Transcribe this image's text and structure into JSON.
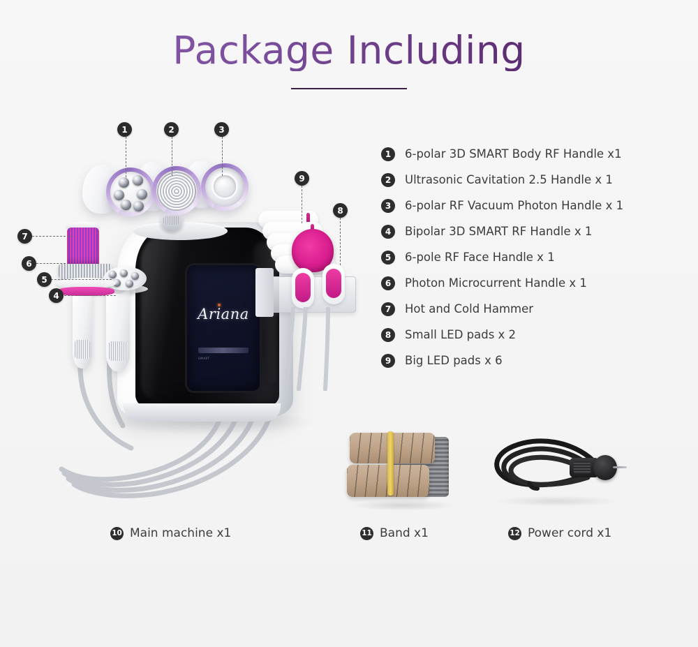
{
  "header": {
    "title": "Package Including"
  },
  "legend": {
    "items": [
      {
        "num": "1",
        "label": "6-polar 3D SMART Body RF Handle x1"
      },
      {
        "num": "2",
        "label": "Ultrasonic Cavitation 2.5 Handle x 1"
      },
      {
        "num": "3",
        "label": "6-polar RF Vacuum Photon Handle x 1"
      },
      {
        "num": "4",
        "label": "Bipolar 3D SMART RF Handle x 1"
      },
      {
        "num": "5",
        "label": "6-pole RF Face Handle x 1"
      },
      {
        "num": "6",
        "label": "Photon Microcurrent Handle x 1"
      },
      {
        "num": "7",
        "label": "Hot and Cold Hammer"
      },
      {
        "num": "8",
        "label": "Small LED pads x 2"
      },
      {
        "num": "9",
        "label": "Big LED pads x 6"
      }
    ]
  },
  "captions": {
    "machine": {
      "num": "10",
      "label": "Main machine  x1"
    },
    "band": {
      "num": "11",
      "label": "Band  x1"
    },
    "cord": {
      "num": "12",
      "label": "Power cord  x1"
    }
  },
  "callouts": {
    "c1": "1",
    "c2": "2",
    "c3": "3",
    "c4": "4",
    "c5": "5",
    "c6": "6",
    "c7": "7",
    "c8": "8",
    "c9": "9"
  },
  "device": {
    "brand": "Ariana",
    "screen_subtext": "SMART"
  },
  "colors": {
    "background": "#f6f6f6",
    "title_light": "#8d62ae",
    "title_dark": "#4e2363",
    "rule": "#3a1f45",
    "badge": "#2d2d2d",
    "text": "#3b3b3b",
    "accent_magenta": "#d91d8f",
    "accent_violet": "#8f6ec0",
    "led_blue": "#2f8fe8"
  }
}
